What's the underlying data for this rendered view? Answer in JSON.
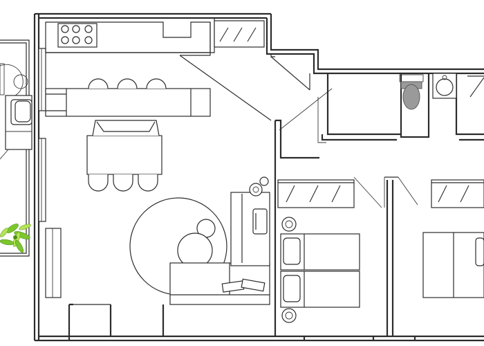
{
  "plan": {
    "rooms": [
      {
        "id": "kitchen-living"
      },
      {
        "id": "bathroom-1"
      },
      {
        "id": "bathroom-2"
      },
      {
        "id": "bedroom-1"
      },
      {
        "id": "bedroom-2"
      },
      {
        "id": "hallway"
      },
      {
        "id": "balcony"
      }
    ],
    "furniture": [
      "stove",
      "kitchen-island",
      "bar-stools",
      "dining-table",
      "dining-chairs",
      "round-rug",
      "coffee-tables",
      "sofa",
      "desk",
      "desk-chair",
      "lamp",
      "twin-beds",
      "nightstands",
      "double-bed",
      "wardrobes",
      "toilet",
      "sink",
      "balcony-chair",
      "potted-plant"
    ],
    "colors": {
      "wall": "#2b2b2b",
      "fixture": "#9a9a9a",
      "plant": "#7cc62e"
    }
  }
}
